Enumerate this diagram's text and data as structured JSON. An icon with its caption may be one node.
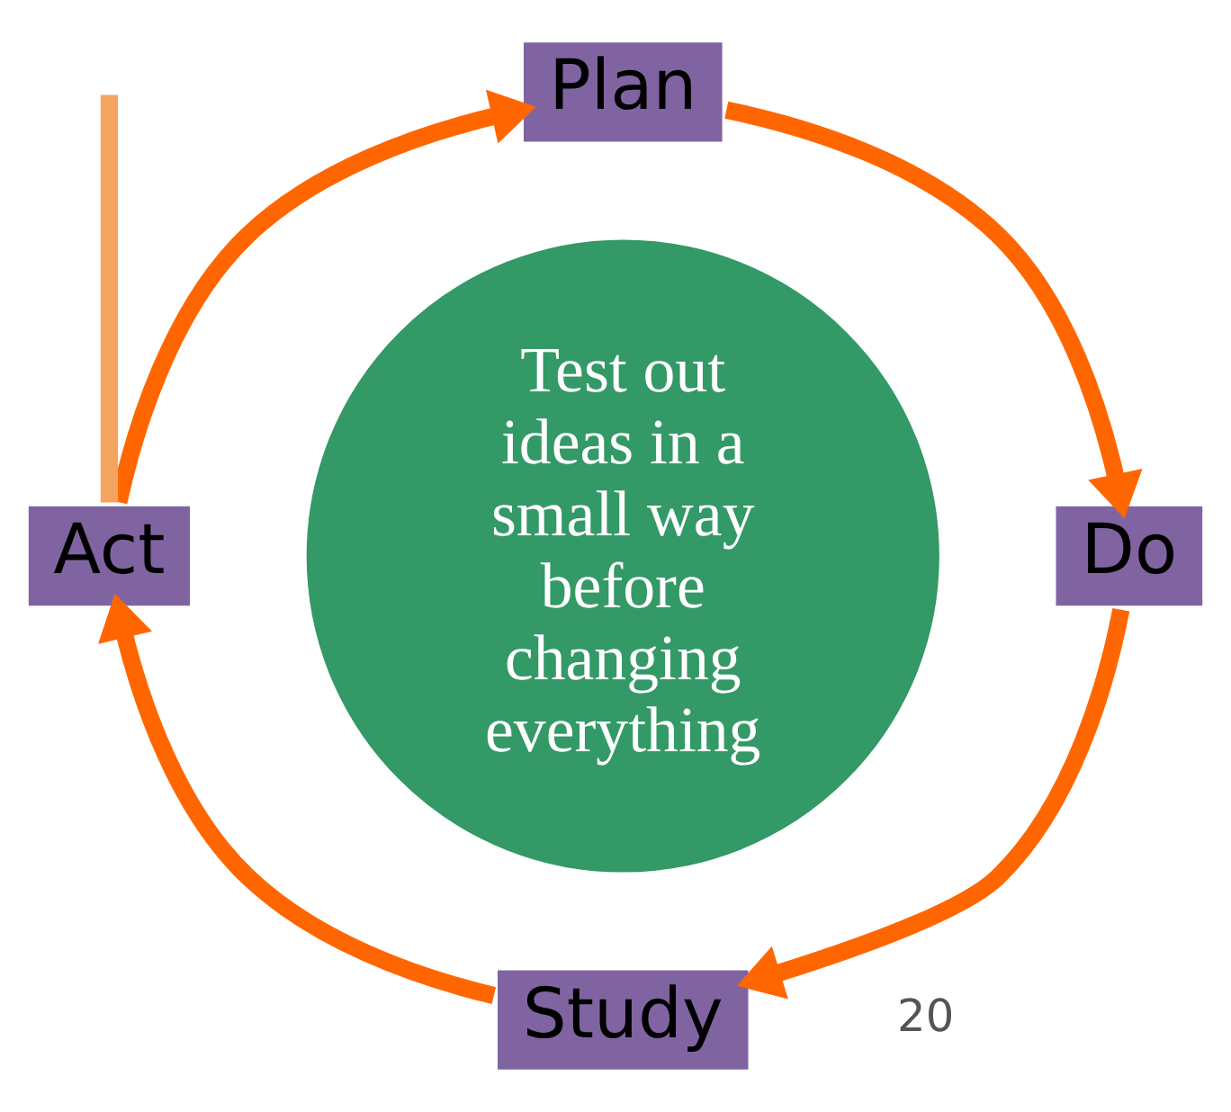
{
  "diagram": {
    "nodes": [
      {
        "text": [
          "Test out ideas in a small way before changing everything"
        ]
      },
      {
        "text": [
          "Plan"
        ]
      },
      {
        "text": [
          "Do"
        ]
      },
      {
        "text": [
          "Study"
        ]
      },
      {
        "text": [
          "Act"
        ]
      }
    ],
    "edges": [
      {
        "from": 1,
        "to": 2,
        "arrow": "to"
      },
      {
        "from": 2,
        "to": 3,
        "arrow": "to"
      },
      {
        "from": 3,
        "to": 4,
        "arrow": "to"
      },
      {
        "from": 4,
        "to": 1,
        "arrow": "to"
      },
      {
        "from": null,
        "to": 4,
        "arrow": "none",
        "color": "#f4a460"
      }
    ],
    "labels": [
      "20"
    ]
  }
}
